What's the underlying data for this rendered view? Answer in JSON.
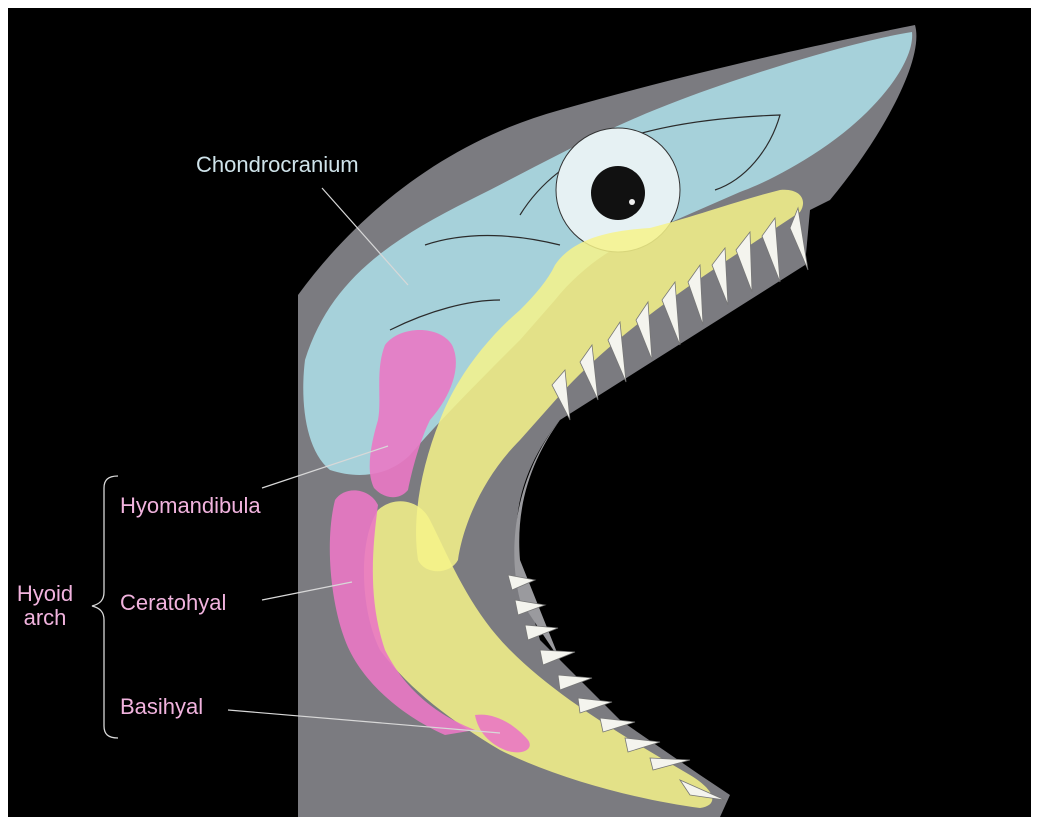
{
  "labels": {
    "chondrocranium": "Chondrocranium",
    "hyomandibula": "Hyomandibula",
    "ceratohyal": "Ceratohyal",
    "basihyal": "Basihyal",
    "group_line1": "Hyoid",
    "group_line2": "arch"
  },
  "colors": {
    "background": "#000000",
    "skin": "#7b7b80",
    "chondrocranium": "#a9d6de",
    "jaw": "#f6f38a",
    "hyoid": "#ea78c4",
    "teeth": "#f4f4ee",
    "label_blue": "#cfe3ea",
    "label_pink": "#f1b3de"
  }
}
